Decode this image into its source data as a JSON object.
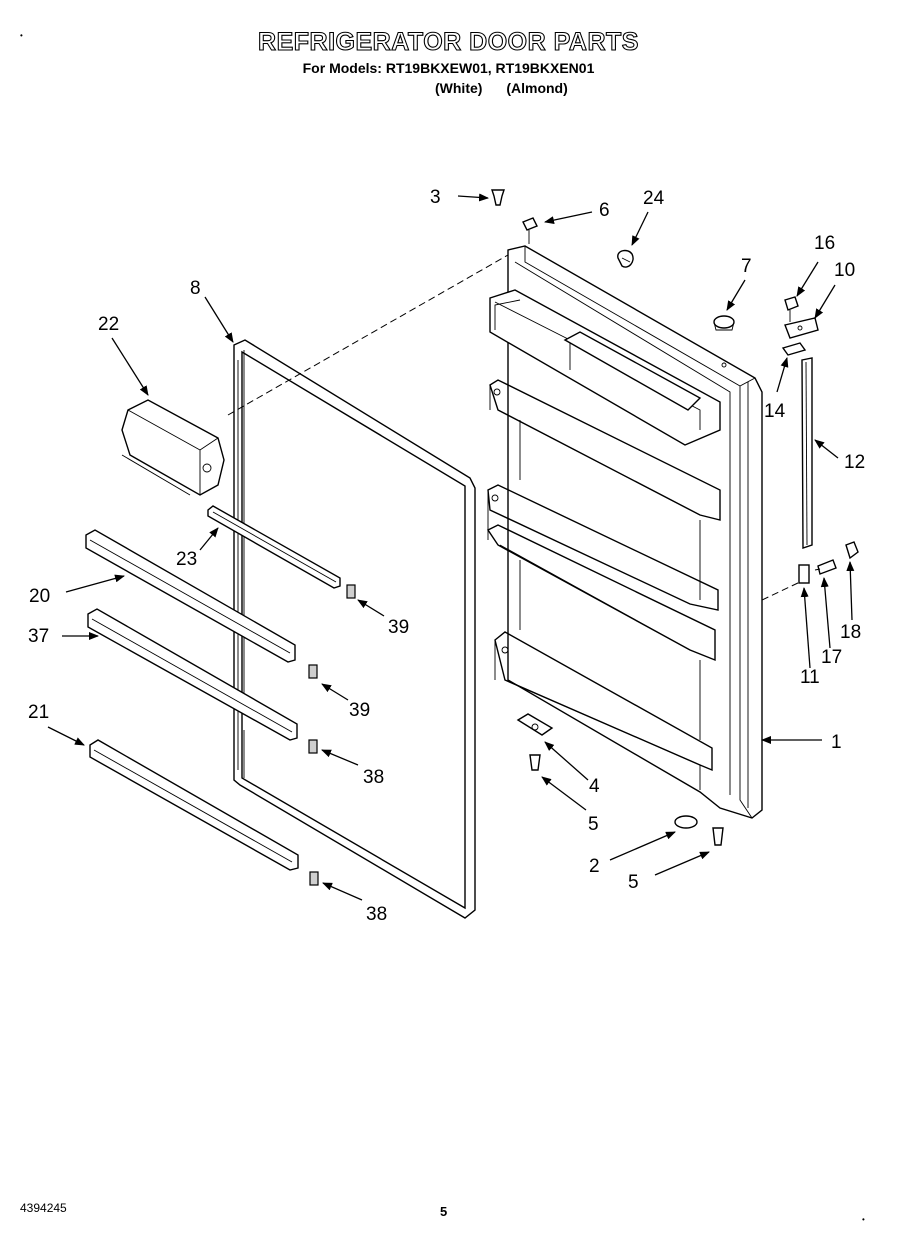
{
  "header": {
    "title": "REFRIGERATOR DOOR PARTS",
    "models_line": "For Models: RT19BKXEW01, RT19BKXEN01",
    "variants": [
      "(White)",
      "(Almond)"
    ]
  },
  "footer": {
    "doc_number": "4394245",
    "page_number": "5"
  },
  "callouts": [
    {
      "id": "c1",
      "label": "1"
    },
    {
      "id": "c2",
      "label": "2"
    },
    {
      "id": "c3",
      "label": "3"
    },
    {
      "id": "c4",
      "label": "4"
    },
    {
      "id": "c5a",
      "label": "5"
    },
    {
      "id": "c5b",
      "label": "5"
    },
    {
      "id": "c6",
      "label": "6"
    },
    {
      "id": "c7",
      "label": "7"
    },
    {
      "id": "c8",
      "label": "8"
    },
    {
      "id": "c10",
      "label": "10"
    },
    {
      "id": "c11",
      "label": "11"
    },
    {
      "id": "c12",
      "label": "12"
    },
    {
      "id": "c14",
      "label": "14"
    },
    {
      "id": "c16",
      "label": "16"
    },
    {
      "id": "c17",
      "label": "17"
    },
    {
      "id": "c18",
      "label": "18"
    },
    {
      "id": "c20",
      "label": "20"
    },
    {
      "id": "c21",
      "label": "21"
    },
    {
      "id": "c22",
      "label": "22"
    },
    {
      "id": "c23",
      "label": "23"
    },
    {
      "id": "c24",
      "label": "24"
    },
    {
      "id": "c37",
      "label": "37"
    },
    {
      "id": "c38a",
      "label": "38"
    },
    {
      "id": "c38b",
      "label": "38"
    },
    {
      "id": "c39a",
      "label": "39"
    },
    {
      "id": "c39b",
      "label": "39"
    }
  ]
}
